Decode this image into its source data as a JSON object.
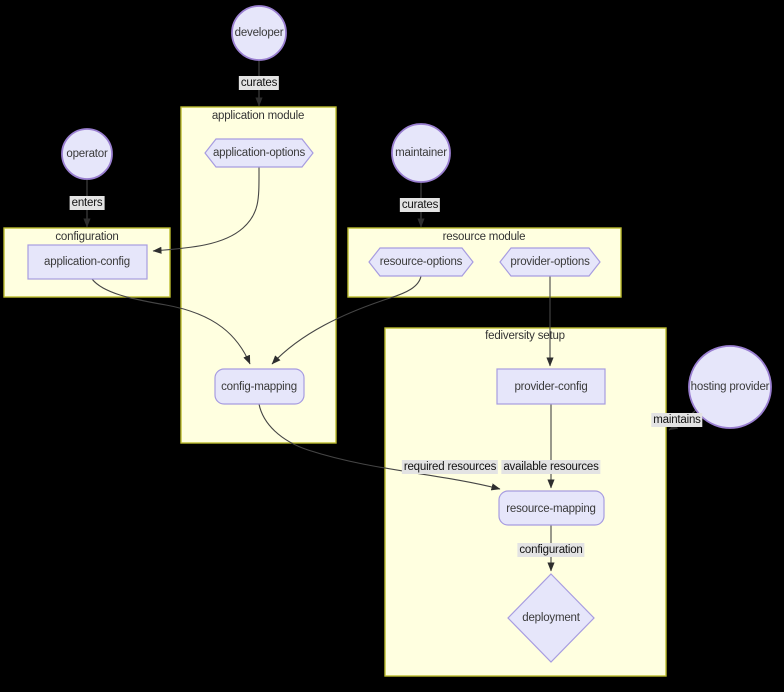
{
  "colors": {
    "background": "#000000",
    "cluster_fill": "#ffffe0",
    "cluster_border": "#bdbd2f",
    "node_fill": "#e6e6fa",
    "node_border_circle": "#9a7fd1",
    "node_border_box": "#a79ce0",
    "edge": "#454545",
    "edge_label_bg": "#e3e3e3"
  },
  "clusters": {
    "application_module": {
      "label": "application module"
    },
    "configuration": {
      "label": "configuration"
    },
    "resource_module": {
      "label": "resource module"
    },
    "fediversity_setup": {
      "label": "fediversity setup"
    }
  },
  "nodes": {
    "developer": {
      "label": "developer",
      "shape": "circle"
    },
    "operator": {
      "label": "operator",
      "shape": "circle"
    },
    "maintainer": {
      "label": "maintainer",
      "shape": "circle"
    },
    "hosting_provider": {
      "label": "hosting provider",
      "shape": "circle"
    },
    "application_options": {
      "label": "application-options",
      "shape": "hexagon"
    },
    "resource_options": {
      "label": "resource-options",
      "shape": "hexagon"
    },
    "provider_options": {
      "label": "provider-options",
      "shape": "hexagon"
    },
    "application_config": {
      "label": "application-config",
      "shape": "box"
    },
    "config_mapping": {
      "label": "config-mapping",
      "shape": "rounded-box"
    },
    "provider_config": {
      "label": "provider-config",
      "shape": "box"
    },
    "resource_mapping": {
      "label": "resource-mapping",
      "shape": "rounded-box"
    },
    "deployment": {
      "label": "deployment",
      "shape": "diamond"
    }
  },
  "edges": {
    "developer_curates": {
      "label": "curates",
      "from": "developer",
      "to": "application module"
    },
    "operator_enters": {
      "label": "enters",
      "from": "operator",
      "to": "configuration"
    },
    "maintainer_curates": {
      "label": "curates",
      "from": "maintainer",
      "to": "resource module"
    },
    "hosting_provider_maintains": {
      "label": "maintains",
      "from": "hosting provider",
      "to": "fediversity setup"
    },
    "application_options_to_application_config": {
      "label": "",
      "from": "application-options",
      "to": "application-config"
    },
    "application_config_to_config_mapping": {
      "label": "",
      "from": "application-config",
      "to": "config-mapping"
    },
    "resource_options_to_config_mapping": {
      "label": "",
      "from": "resource-options",
      "to": "config-mapping"
    },
    "provider_options_to_provider_config": {
      "label": "",
      "from": "provider-options",
      "to": "provider-config"
    },
    "config_mapping_to_resource_mapping": {
      "label": "required resources",
      "from": "config-mapping",
      "to": "resource-mapping"
    },
    "provider_config_to_resource_mapping": {
      "label": "available resources",
      "from": "provider-config",
      "to": "resource-mapping"
    },
    "resource_mapping_to_deployment": {
      "label": "configuration",
      "from": "resource-mapping",
      "to": "deployment"
    }
  }
}
